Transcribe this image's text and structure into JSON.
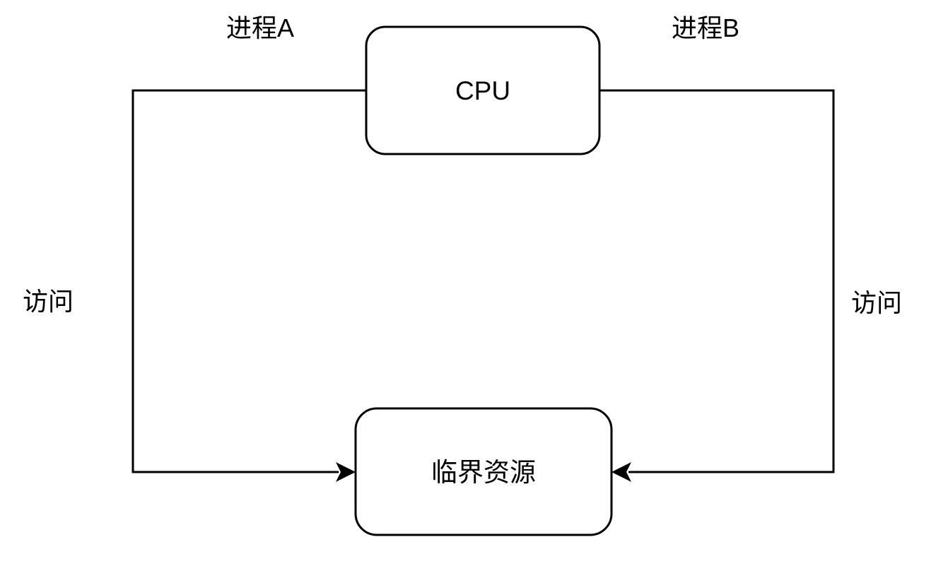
{
  "diagram": {
    "type": "flow-diagram",
    "nodes": {
      "cpu": {
        "label": "CPU"
      },
      "critical_resource": {
        "label": "临界资源"
      }
    },
    "edge_labels": {
      "process_a": "进程A",
      "process_b": "进程B",
      "access_left": "访问",
      "access_right": "访问"
    },
    "colors": {
      "background": "#ffffff",
      "stroke": "#000000",
      "node_fill": "#ffffff",
      "text": "#000000"
    }
  }
}
